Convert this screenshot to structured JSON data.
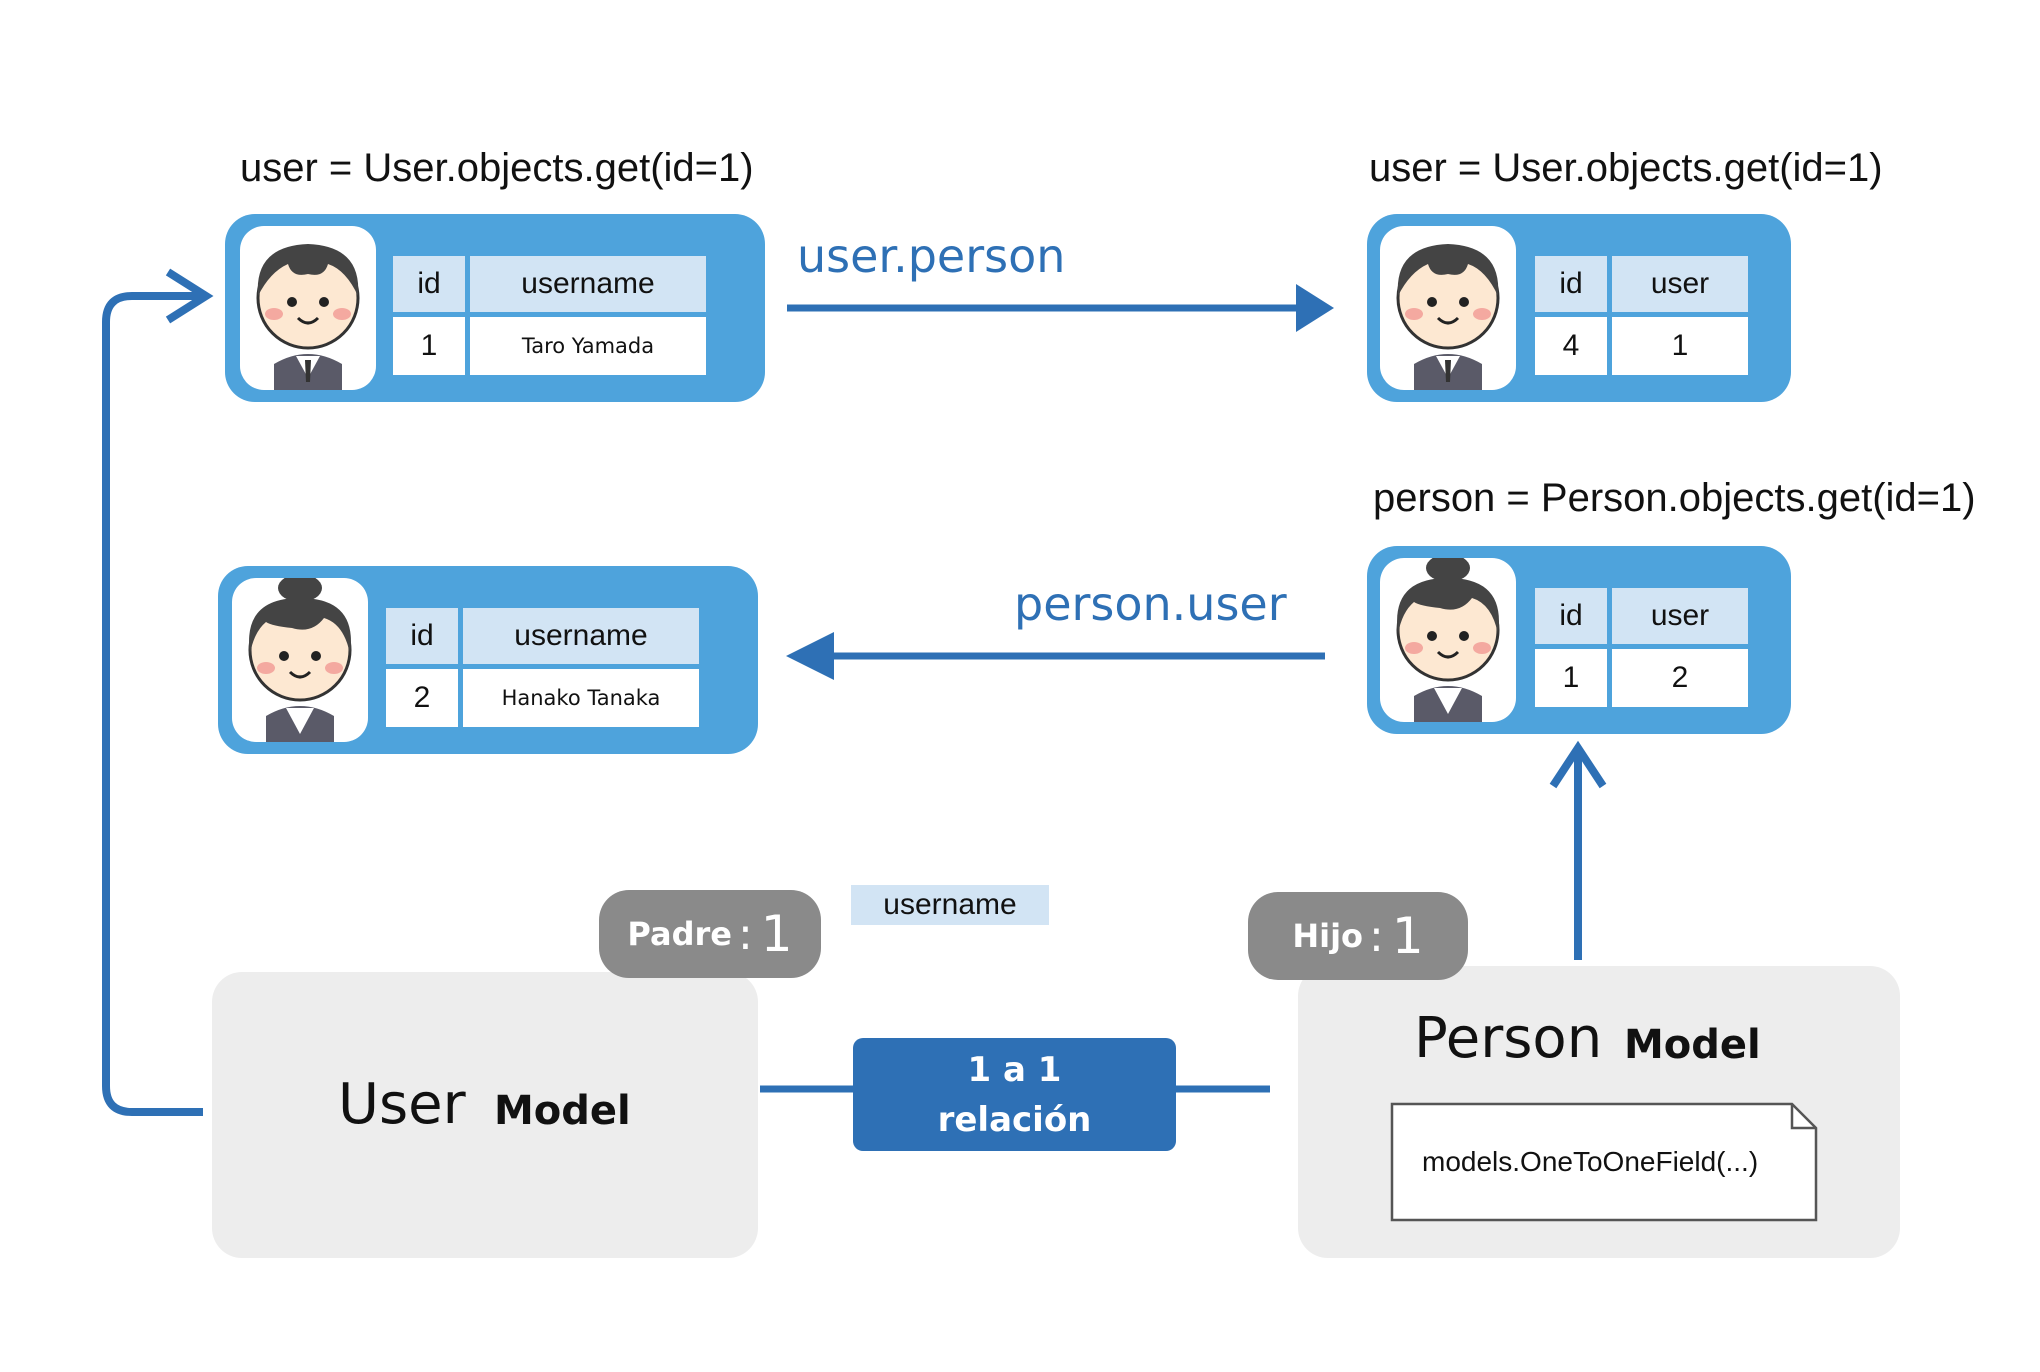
{
  "top_left": {
    "code": "user = User.objects.get(id=1)",
    "headers": [
      "id",
      "username"
    ],
    "values": [
      "1",
      "Taro Yamada"
    ],
    "avatar": "boy-avatar-icon"
  },
  "top_right": {
    "code": "user = User.objects.get(id=1)",
    "headers": [
      "id",
      "user"
    ],
    "values": [
      "4",
      "1"
    ],
    "avatar": "boy-avatar-icon"
  },
  "mid_left": {
    "headers": [
      "id",
      "username"
    ],
    "values": [
      "2",
      "Hanako Tanaka"
    ],
    "avatar": "girl-avatar-icon"
  },
  "mid_right": {
    "code": "person = Person.objects.get(id=1)",
    "headers": [
      "id",
      "user"
    ],
    "values": [
      "1",
      "2"
    ],
    "avatar": "girl-avatar-icon"
  },
  "arrows": {
    "forward_label": "user.person",
    "reverse_label": "person.user"
  },
  "models": {
    "user_name": "User",
    "person_name": "Person",
    "model_word": "Model",
    "field_note": "models.OneToOneField(...)",
    "field_tag": "username"
  },
  "badges": {
    "parent_key": "Padre",
    "child_key": "Hijo",
    "colon": ":",
    "parent_value": "1",
    "child_value": "1"
  },
  "relation": {
    "line1": "1 a 1",
    "line2": "relación"
  },
  "colors": {
    "card_blue": "#4ea3dc",
    "header_blue": "#d2e4f4",
    "arrow_blue": "#2e70b5",
    "badge_gray": "#8a8a8a",
    "model_gray": "#ededed"
  }
}
